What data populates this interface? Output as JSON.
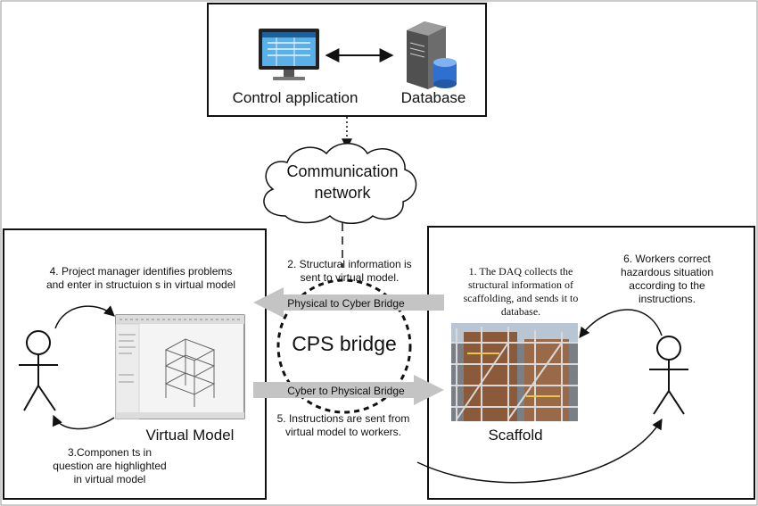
{
  "top": {
    "control_app_label": "Control application",
    "database_label": "Database"
  },
  "network": {
    "line1": "Communication",
    "line2": "network"
  },
  "bridge": {
    "center_label": "CPS bridge",
    "physical_to_cyber": "Physical to Cyber Bridge",
    "cyber_to_physical": "Cyber to Physical Bridge"
  },
  "left_panel": {
    "title": "Virtual Model",
    "step4": [
      "4. Project manager identifies problems",
      "and enter in structuion s in virtual model"
    ],
    "step3": [
      "3.Componen ts in",
      "question are highlighted",
      "in virtual model"
    ]
  },
  "right_panel": {
    "title": "Scaffold",
    "step1": [
      "1. The DAQ collects the",
      "structural information of",
      "scaffolding, and sends it to",
      "database."
    ],
    "step6": [
      "6. Workers correct",
      "hazardous situation",
      "according to the",
      "instructions."
    ]
  },
  "center_steps": {
    "step2": [
      "2. Structural information is",
      "sent to virtual model."
    ],
    "step5": [
      "5. Instructions are sent from",
      "virtual model to  workers."
    ]
  },
  "colors": {
    "arrow_gray": "#c4c4c4",
    "db_blue": "#2e6fd0",
    "monitor_blue": "#5ab0e8"
  }
}
